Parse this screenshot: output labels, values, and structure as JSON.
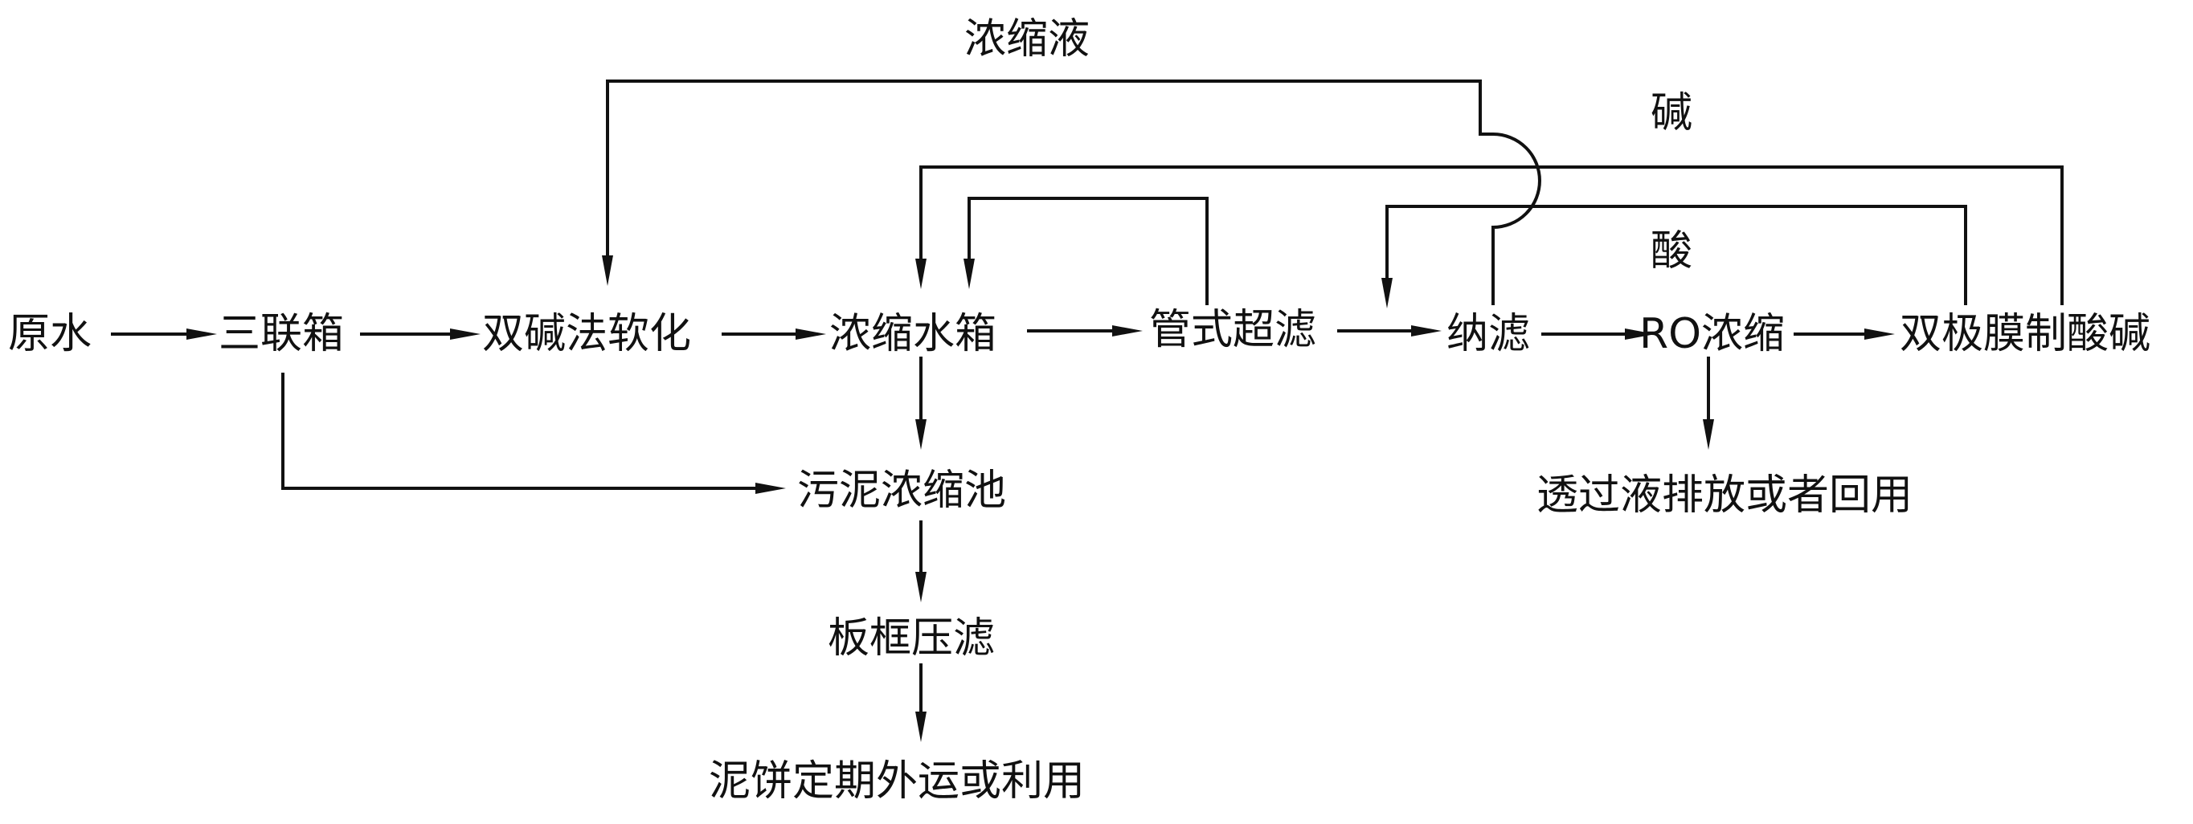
{
  "nodes": {
    "raw_water": "原水",
    "triple_tank": "三联箱",
    "double_alkali_softening": "双碱法软化",
    "concentrate_tank": "浓缩水箱",
    "tubular_ultrafiltration": "管式超滤",
    "nanofiltration": "纳滤",
    "ro_concentration": "RO浓缩",
    "bipolar_membrane": "双极膜制酸碱",
    "sludge_thickener": "污泥浓缩池",
    "plate_frame_press": "板框压滤",
    "mud_cake": "泥饼定期外运或利用",
    "permeate": "透过液排放或者回用"
  },
  "labels": {
    "concentrate": "浓缩液",
    "alkali": "碱",
    "acid": "酸"
  },
  "colors": {
    "ink": "#111111",
    "background": "#ffffff"
  }
}
